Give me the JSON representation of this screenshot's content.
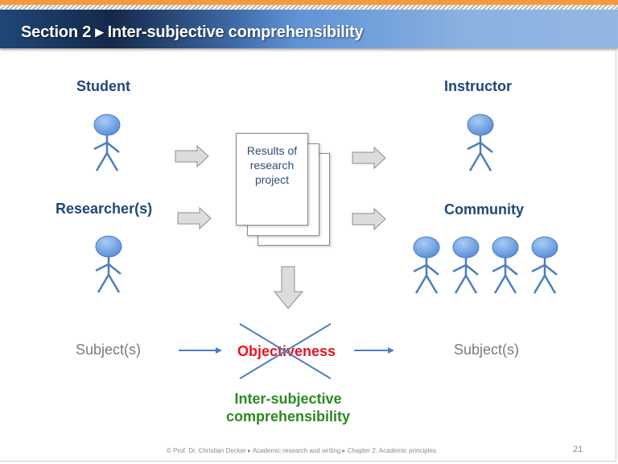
{
  "header": {
    "title": "Section 2 ▸ Inter-subjective comprehensibility",
    "colors": {
      "bar_orange": "#f59a3c",
      "band_dark": "#14294a",
      "band_light": "#93b7e2"
    }
  },
  "diagram": {
    "left": {
      "student_label": "Student",
      "researcher_label": "Researcher(s)",
      "subject_label": "Subject(s)"
    },
    "center": {
      "document_text": [
        "Results of",
        "research",
        "project"
      ],
      "crossed_term": "Objectiveness",
      "result_term_line1": "Inter-subjective",
      "result_term_line2": "comprehensibility"
    },
    "right": {
      "instructor_label": "Instructor",
      "community_label": "Community",
      "subject_label": "Subject(s)"
    },
    "colors": {
      "label_blue": "#1f477a",
      "figure_blue": "#6a9fe0",
      "figure_line": "#4a7fc0",
      "crossed_red": "#e8131f",
      "result_green": "#2a8a1f",
      "arrow_gray": "#d9d9d9"
    }
  },
  "footer": {
    "credit": "© Prof. Dr. Christian Decker ▸ Academic research and writing ▸ Chapter 2: Academic principles",
    "page_number": "21"
  }
}
